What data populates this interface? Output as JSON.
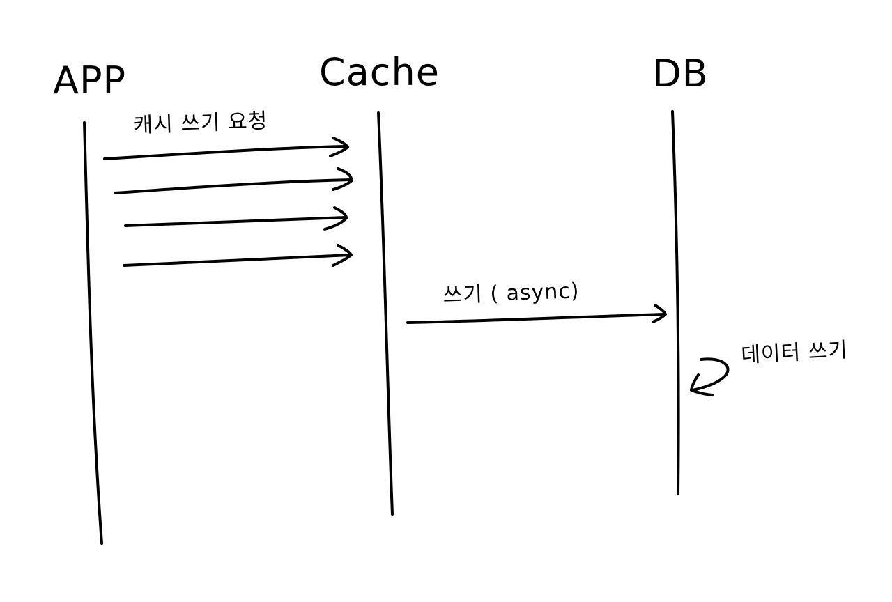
{
  "colors": {
    "background": "#ffffff",
    "ink": "#000000"
  },
  "actors": [
    {
      "id": "app",
      "label": "APP"
    },
    {
      "id": "cache",
      "label": "Cache"
    },
    {
      "id": "db",
      "label": "DB"
    }
  ],
  "messages": [
    {
      "from": "app",
      "to": "cache",
      "label": "캐시 쓰기 요청",
      "count": 4
    },
    {
      "from": "cache",
      "to": "db",
      "label": "쓰기 ( async)"
    },
    {
      "from": "db",
      "to": "db",
      "label": "데이터 쓰기",
      "self": true
    }
  ]
}
